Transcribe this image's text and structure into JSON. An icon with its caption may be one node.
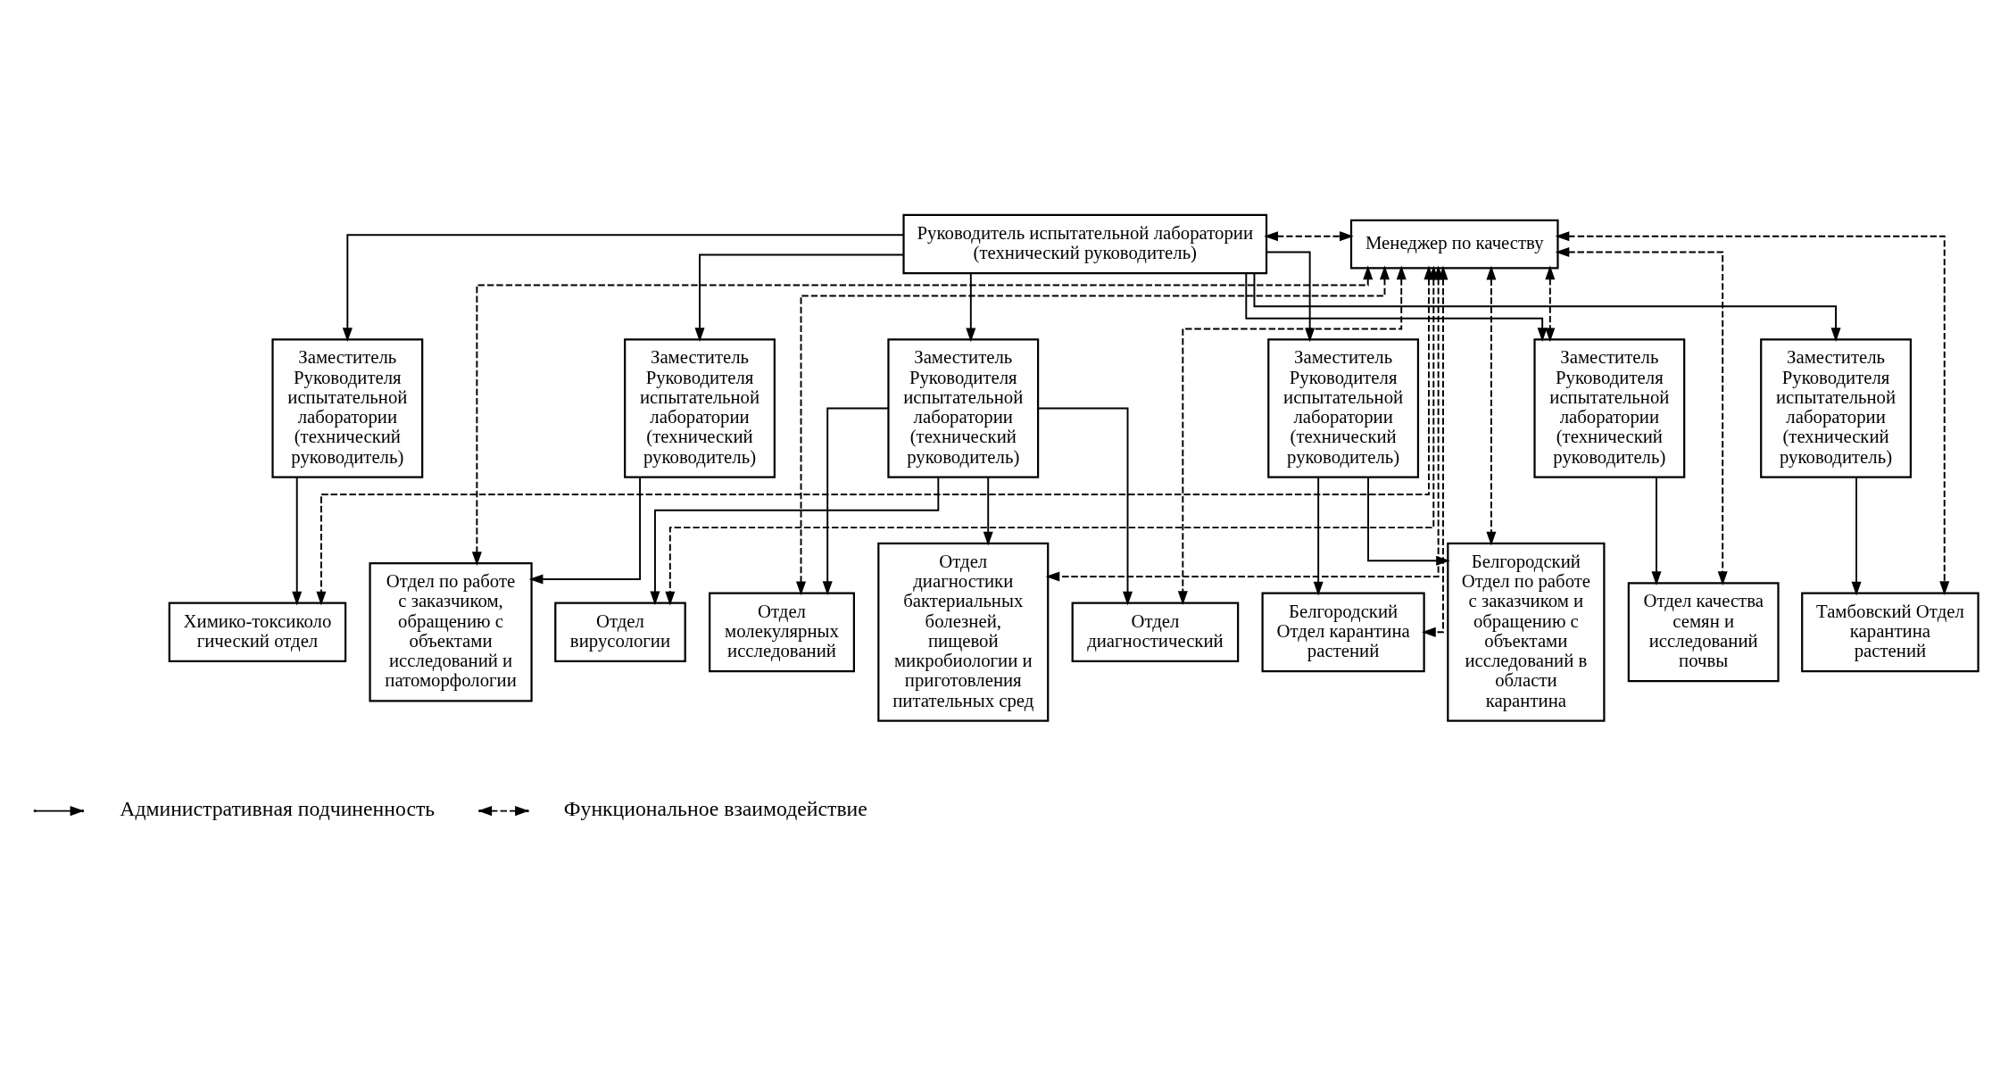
{
  "diagram": {
    "nodes": [
      {
        "text": [
          "Руководитель испытательной лаборатории (технический руководитель)"
        ]
      },
      {
        "text": [
          "Менеджер по качеству"
        ]
      },
      {
        "text": [
          "Заместитель Руководителя испытательной лаборатории (технический руководитель)"
        ]
      },
      {
        "text": [
          "Заместитель Руководителя испытательной лаборатории (технический руководитель)"
        ]
      },
      {
        "text": [
          "Заместитель Руководителя испытательной лаборатории (технический руководитель)"
        ]
      },
      {
        "text": [
          "Заместитель Руководителя испытательной лаборатории (технический руководитель)"
        ]
      },
      {
        "text": [
          "Заместитель Руководителя испытательной лаборатории (технический руководитель)"
        ]
      },
      {
        "text": [
          "Заместитель Руководителя испытательной лаборатории (технический руководитель)"
        ]
      },
      {
        "text": [
          "Химико-токсикологический отдел"
        ]
      },
      {
        "text": [
          "Отдел по работе с заказчиком, обращению с объектами исследований и патоморфологии"
        ]
      },
      {
        "text": [
          "Отдел вирусологии"
        ]
      },
      {
        "text": [
          "Отдел молекулярных исследований"
        ]
      },
      {
        "text": [
          "Отдел диагностики бактериальных болезней, пищевой микробиологии и приготовления питательных сред"
        ]
      },
      {
        "text": [
          "Отдел диагностический"
        ]
      },
      {
        "text": [
          "Белгородский Отдел карантина растений"
        ]
      },
      {
        "text": [
          "Белгородский Отдел по работе с заказчиком и обращению с объектами исследований в области карантина"
        ]
      },
      {
        "text": [
          "Отдел качества семян и исследований почвы"
        ]
      },
      {
        "text": [
          "Тамбовский Отдел карантина растений"
        ]
      }
    ],
    "edges": [
      {
        "from": 0,
        "to": 1,
        "arrow": "both",
        "style": "dashed"
      },
      {
        "from": 1,
        "to": 6,
        "arrow": "both",
        "style": "dashed"
      },
      {
        "from": 0,
        "to": 2,
        "arrow": "to"
      },
      {
        "from": 0,
        "to": 3,
        "arrow": "to"
      },
      {
        "from": 0,
        "to": 4,
        "arrow": "to"
      },
      {
        "from": 0,
        "to": 5,
        "arrow": "to"
      },
      {
        "from": 0,
        "to": 6,
        "arrow": "to"
      },
      {
        "from": 0,
        "to": 7,
        "arrow": "to"
      },
      {
        "from": 2,
        "to": 8,
        "arrow": "to"
      },
      {
        "from": 3,
        "to": 9,
        "arrow": "to"
      },
      {
        "from": 4,
        "to": 10,
        "arrow": "to"
      },
      {
        "from": 4,
        "to": 11,
        "arrow": "to"
      },
      {
        "from": 4,
        "to": 12,
        "arrow": "to"
      },
      {
        "from": 4,
        "to": 13,
        "arrow": "to"
      },
      {
        "from": 5,
        "to": 14,
        "arrow": "to"
      },
      {
        "from": 5,
        "to": 15,
        "arrow": "to"
      },
      {
        "from": 6,
        "to": 16,
        "arrow": "to"
      },
      {
        "from": 7,
        "to": 17,
        "arrow": "to"
      },
      {
        "from": 1,
        "to": 8,
        "arrow": "both",
        "style": "dashed"
      },
      {
        "from": 1,
        "to": 9,
        "arrow": "both",
        "style": "dashed"
      },
      {
        "from": 1,
        "to": 10,
        "arrow": "both",
        "style": "dashed"
      },
      {
        "from": 1,
        "to": 11,
        "arrow": "both",
        "style": "dashed"
      },
      {
        "from": 1,
        "to": 12,
        "arrow": "both",
        "style": "dashed"
      },
      {
        "from": 1,
        "to": 13,
        "arrow": "both",
        "style": "dashed"
      },
      {
        "from": 1,
        "to": 14,
        "arrow": "both",
        "style": "dashed"
      },
      {
        "from": 1,
        "to": 15,
        "arrow": "both",
        "style": "dashed"
      },
      {
        "from": 1,
        "to": 16,
        "arrow": "both",
        "style": "dashed"
      },
      {
        "from": 1,
        "to": 17,
        "arrow": "both",
        "style": "dashed"
      }
    ],
    "legend": [
      {
        "text": "Административная подчиненность"
      },
      {
        "text": "Функциональное взаимодействие"
      }
    ]
  }
}
